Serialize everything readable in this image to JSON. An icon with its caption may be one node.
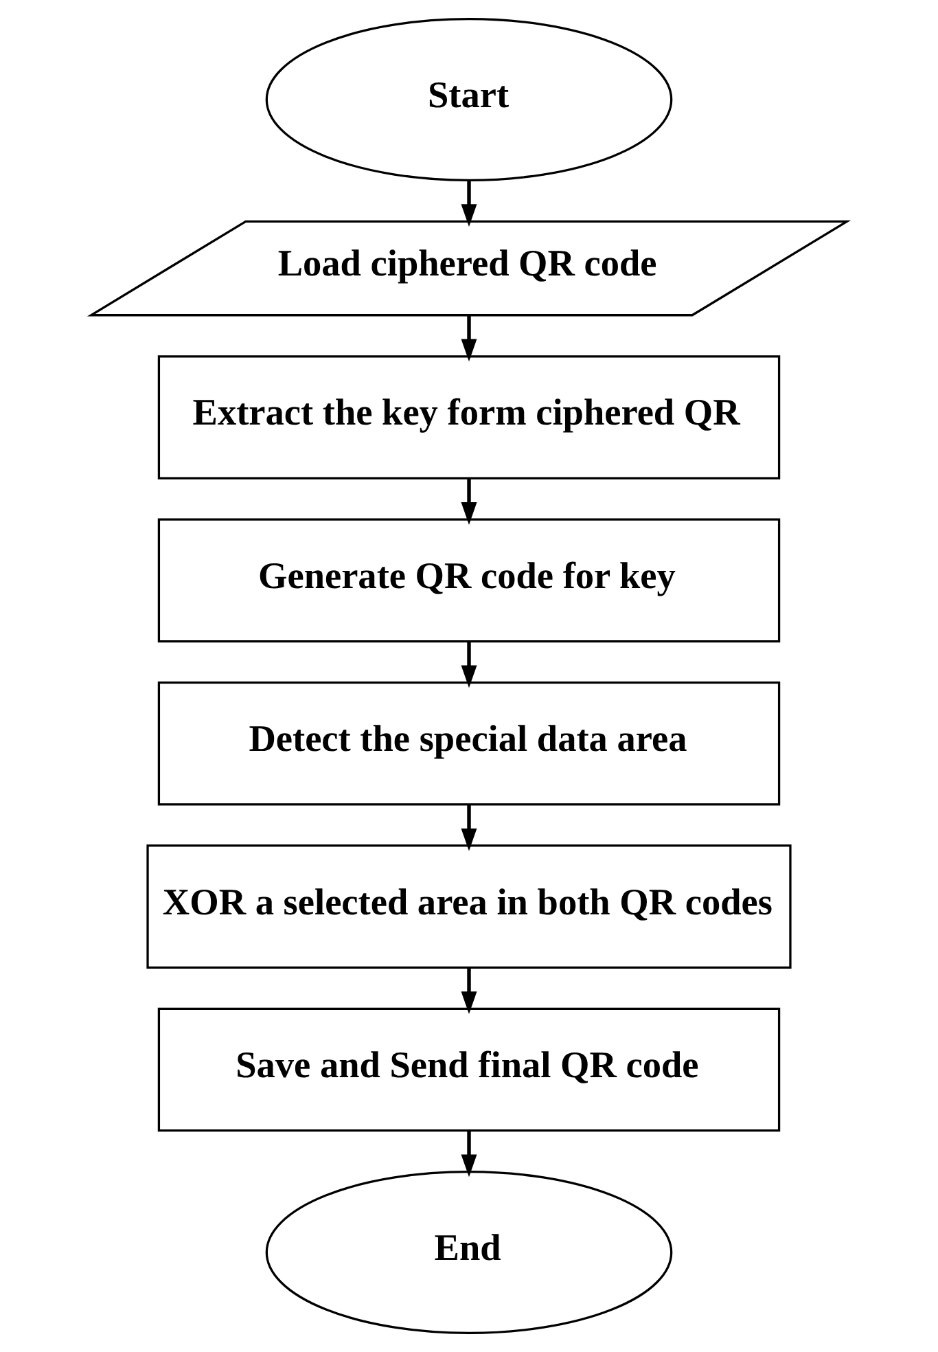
{
  "diagram": {
    "nodes": [
      {
        "text": [
          "Start"
        ]
      },
      {
        "text": [
          "Load ciphered QR code"
        ]
      },
      {
        "text": [
          "Extract the key form ciphered QR"
        ]
      },
      {
        "text": [
          "Generate QR code for key"
        ]
      },
      {
        "text": [
          "Detect the special data area"
        ]
      },
      {
        "text": [
          "XOR a selected area in both QR codes"
        ]
      },
      {
        "text": [
          "Save and Send final QR code"
        ]
      },
      {
        "text": [
          "End"
        ]
      }
    ],
    "edges": [
      {
        "from": 0,
        "to": 1,
        "arrow": "to"
      },
      {
        "from": 1,
        "to": 2,
        "arrow": "to"
      },
      {
        "from": 2,
        "to": 3,
        "arrow": "to"
      },
      {
        "from": 3,
        "to": 4,
        "arrow": "to"
      },
      {
        "from": 4,
        "to": 5,
        "arrow": "to"
      },
      {
        "from": 5,
        "to": 6,
        "arrow": "to"
      },
      {
        "from": 6,
        "to": 7,
        "arrow": "to"
      }
    ]
  }
}
